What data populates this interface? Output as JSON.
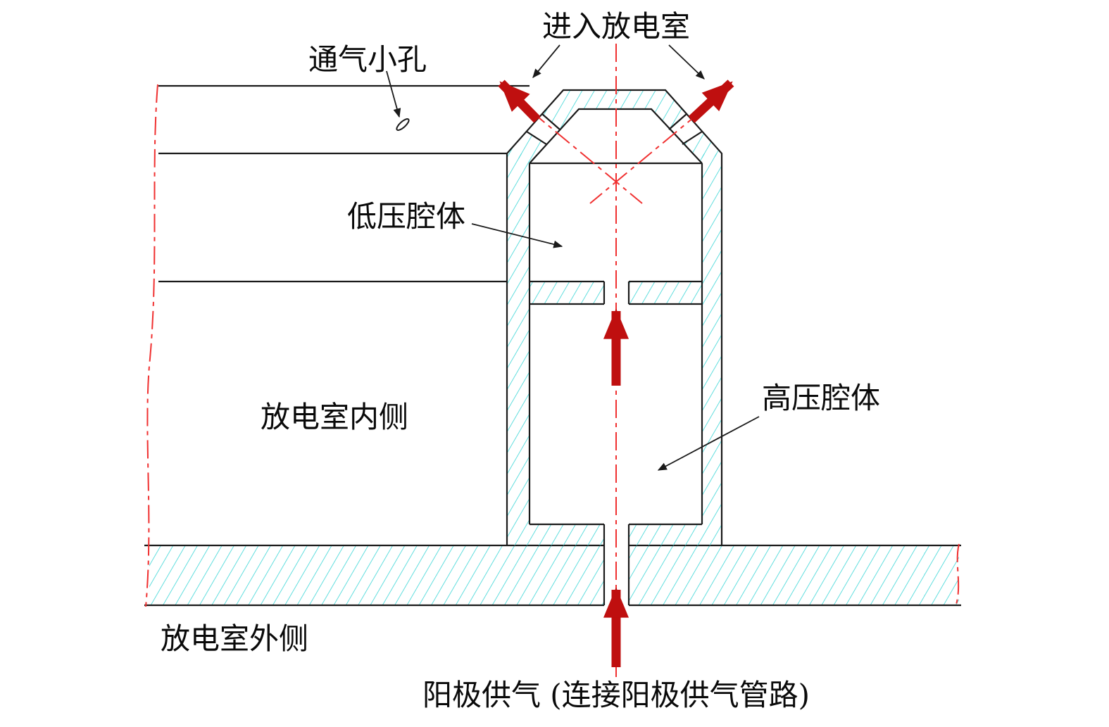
{
  "diagram": {
    "type": "engineering-cross-section",
    "labels": {
      "vent_hole": "通气小孔",
      "into_discharge_chamber": "进入放电室",
      "low_pressure_cavity": "低压腔体",
      "discharge_chamber_inner_side": "放电室内侧",
      "high_pressure_cavity": "高压腔体",
      "discharge_chamber_outer_side": "放电室外侧",
      "anode_gas_supply": "阳极供气 (连接阳极供气管路)"
    },
    "colors": {
      "outline": "#1a1a1a",
      "hatch": "#45d8d8",
      "centerline_red": "#f03030",
      "arrow_red": "#bf0f0f",
      "background": "#ffffff"
    }
  }
}
